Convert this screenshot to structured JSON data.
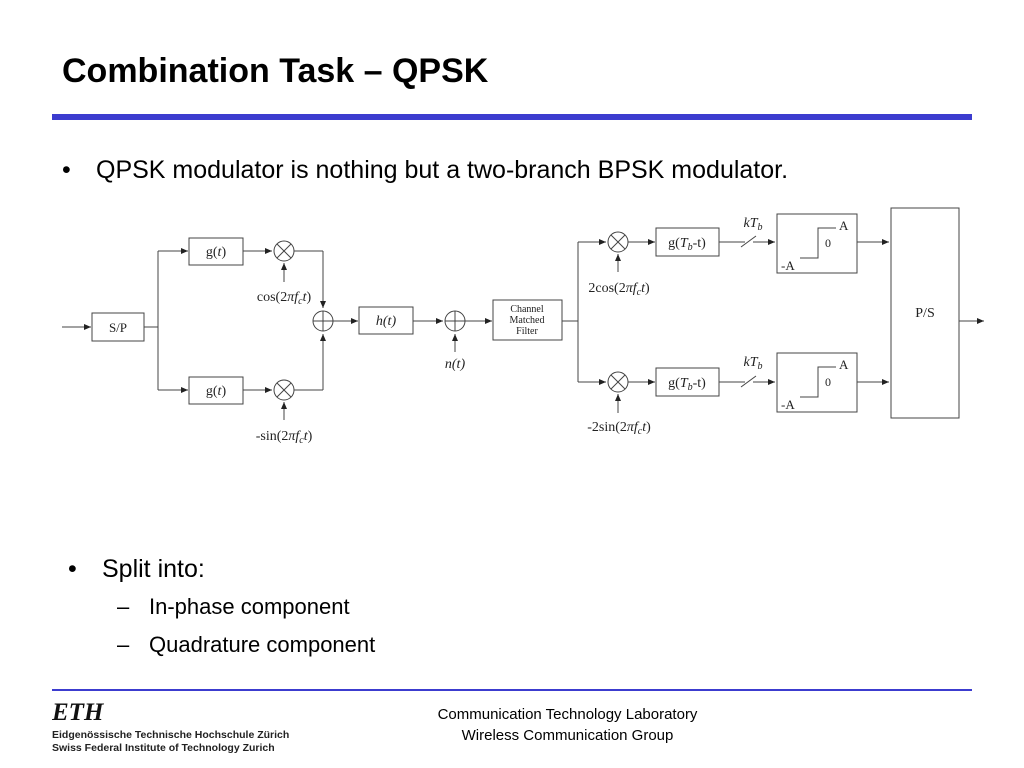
{
  "slide": {
    "title": "Combination Task – QPSK",
    "bullet1": "QPSK modulator is nothing but a two-branch BPSK modulator.",
    "bullet2": "Split into:",
    "sub_items": [
      "In-phase component",
      "Quadrature component"
    ],
    "bullet_char": "•",
    "dash_char": "–"
  },
  "diagram": {
    "sp": "S/P",
    "g": [
      "g(",
      "t",
      ")"
    ],
    "cos": "cos(2",
    "sin": "-sin(2",
    "pi": "π",
    "f": "f",
    "c": "c",
    "t": "t",
    "close": ")",
    "h": "h(t)",
    "n": "n(t)",
    "cmf": [
      "Channel",
      "Matched",
      "Filter"
    ],
    "two_cos": "2cos(2",
    "neg_two_sin": "-2sin(2",
    "gtb": [
      "g(",
      "T",
      "b",
      "-t)"
    ],
    "ktb": [
      "k",
      "T",
      "b"
    ],
    "dec_A": "A",
    "dec_0": "0",
    "dec_negA": "-A",
    "ps": "P/S"
  },
  "footer": {
    "eth_logo": "ETH",
    "eth_line1": "Eidgenössische Technische Hochschule Zürich",
    "eth_line2": "Swiss Federal Institute of Technology Zurich",
    "lab_line1": "Communication Technology Laboratory",
    "lab_line2": "Wireless Communication Group"
  },
  "colors": {
    "accent": "#3c3ccf",
    "diagram_line": "#444444"
  }
}
